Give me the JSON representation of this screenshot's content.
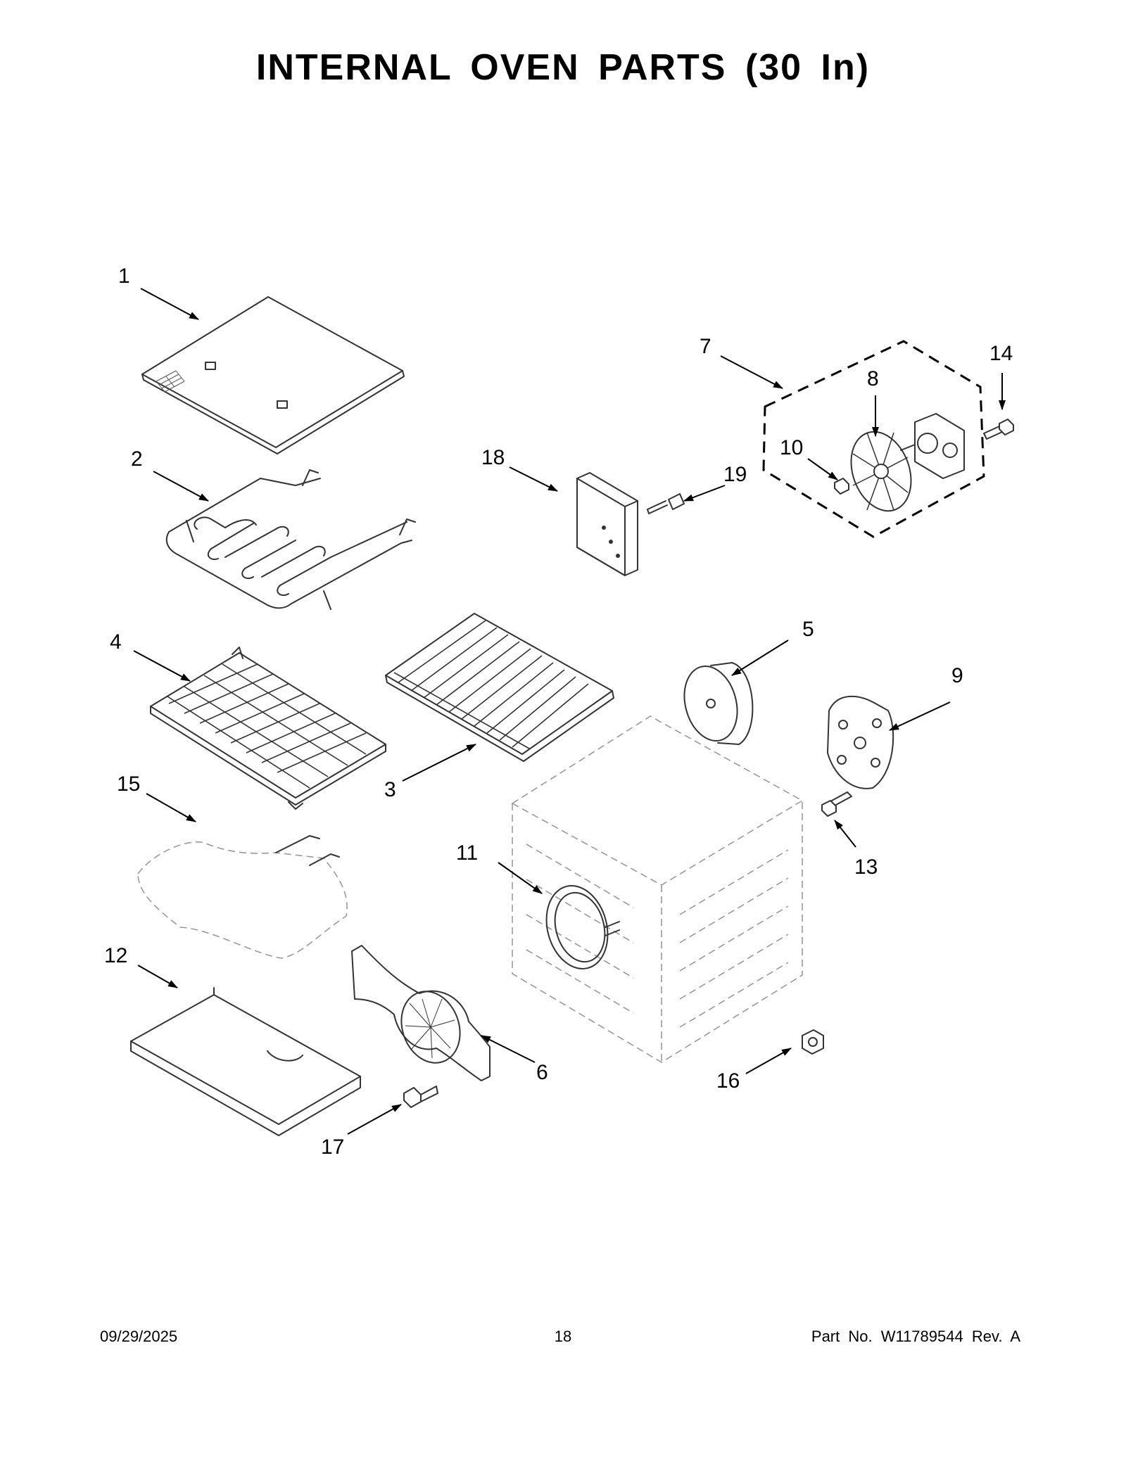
{
  "page": {
    "title": "INTERNAL OVEN PARTS (30 In)",
    "footer": {
      "date": "09/29/2025",
      "page_number": "18",
      "part_number": "Part No.  W11789544  Rev.  A"
    }
  },
  "callouts": [
    {
      "id": "1",
      "label": "1"
    },
    {
      "id": "2",
      "label": "2"
    },
    {
      "id": "3",
      "label": "3"
    },
    {
      "id": "4",
      "label": "4"
    },
    {
      "id": "5",
      "label": "5"
    },
    {
      "id": "6",
      "label": "6"
    },
    {
      "id": "7",
      "label": "7"
    },
    {
      "id": "8",
      "label": "8"
    },
    {
      "id": "9",
      "label": "9"
    },
    {
      "id": "10",
      "label": "10"
    },
    {
      "id": "11",
      "label": "11"
    },
    {
      "id": "12",
      "label": "12"
    },
    {
      "id": "13",
      "label": "13"
    },
    {
      "id": "14",
      "label": "14"
    },
    {
      "id": "15",
      "label": "15"
    },
    {
      "id": "16",
      "label": "16"
    },
    {
      "id": "17",
      "label": "17"
    },
    {
      "id": "18",
      "label": "18"
    },
    {
      "id": "19",
      "label": "19"
    }
  ]
}
